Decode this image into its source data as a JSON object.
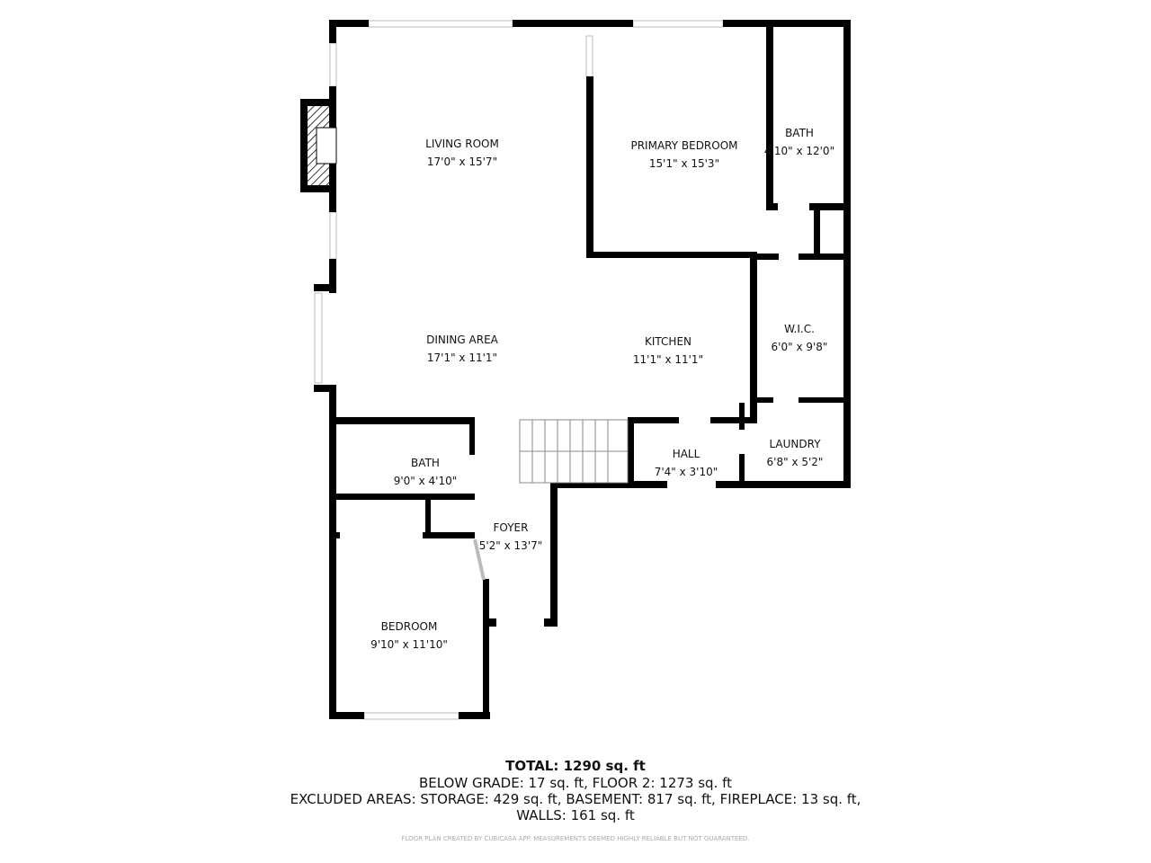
{
  "colors": {
    "wall": "#000000",
    "window": "#d0d0d0",
    "background": "#ffffff"
  },
  "rooms": [
    {
      "name": "LIVING ROOM",
      "size": "17'0\" x 15'7\""
    },
    {
      "name": "PRIMARY BEDROOM",
      "size": "15'1\" x 15'3\""
    },
    {
      "name": "BATH",
      "size": "4'10\" x 12'0\""
    },
    {
      "name": "DINING AREA",
      "size": "17'1\" x 11'1\""
    },
    {
      "name": "KITCHEN",
      "size": "11'1\" x 11'1\""
    },
    {
      "name": "W.I.C.",
      "size": "6'0\" x 9'8\""
    },
    {
      "name": "BATH",
      "size": "9'0\" x 4'10\""
    },
    {
      "name": "HALL",
      "size": "7'4\" x 3'10\""
    },
    {
      "name": "LAUNDRY",
      "size": "6'8\" x 5'2\""
    },
    {
      "name": "FOYER",
      "size": "5'2\" x 13'7\""
    },
    {
      "name": "BEDROOM",
      "size": "9'10\" x 11'10\""
    }
  ],
  "summary": {
    "total": "TOTAL: 1290 sq. ft",
    "line1": "BELOW GRADE: 17 sq. ft, FLOOR 2: 1273 sq. ft",
    "line2": "EXCLUDED AREAS: STORAGE: 429 sq. ft, BASEMENT: 817 sq. ft, FIREPLACE: 13 sq. ft,",
    "line3": "WALLS: 161 sq. ft",
    "credit": "FLOOR PLAN CREATED BY CUBICASA APP. MEASUREMENTS DEEMED HIGHLY RELIABLE BUT NOT GUARANTEED."
  }
}
